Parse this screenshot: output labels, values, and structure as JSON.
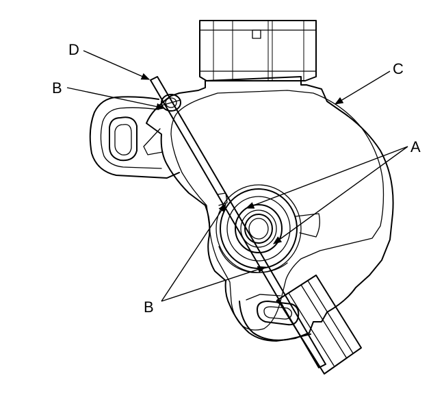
{
  "callouts": {
    "a": "A",
    "b_upper": "B",
    "b_lower": "B",
    "c": "C",
    "d": "D"
  },
  "colors": {
    "background": "#ffffff",
    "line": "#000000"
  }
}
